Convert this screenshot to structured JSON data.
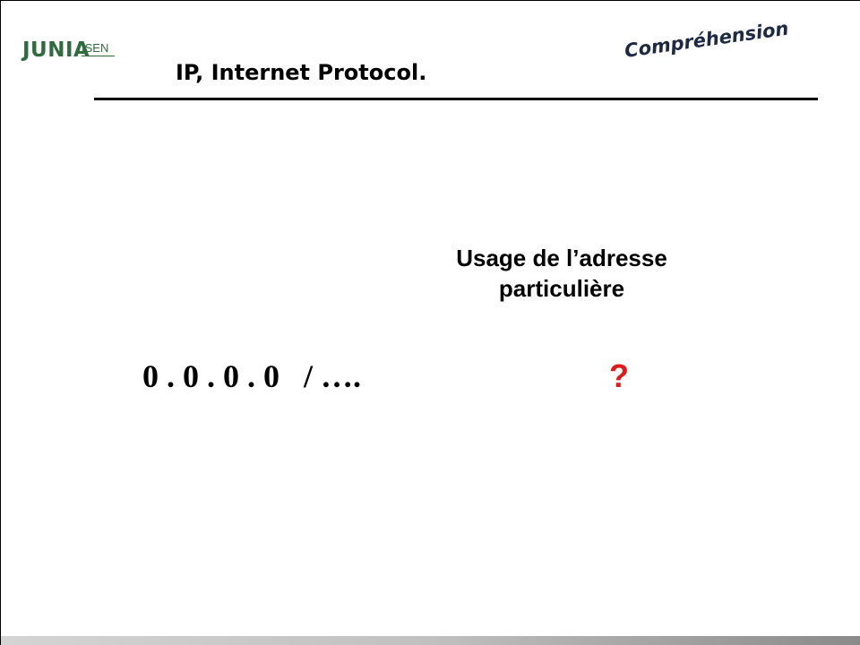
{
  "header": {
    "logo": {
      "brand": "JUNIA",
      "sub": "ISEN"
    },
    "title": "IP, Internet Protocol.",
    "stamp": "Compréhension"
  },
  "body": {
    "question_line1": "Usage de l’adresse",
    "question_line2": "particulière",
    "ip_address": "0 . 0 . 0 . 0   / ….",
    "question_mark": "?"
  },
  "colors": {
    "brand_green": "#2f6b3d",
    "question_red": "#e0191b",
    "stamp_navy": "#1e2a44"
  }
}
